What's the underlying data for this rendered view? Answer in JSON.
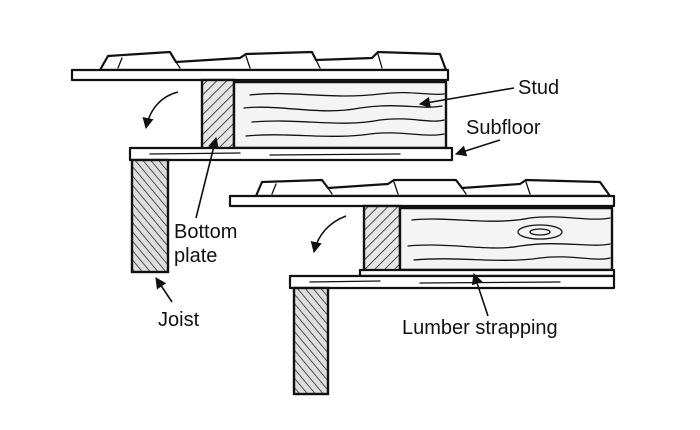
{
  "labels": {
    "stud": "Stud",
    "subfloor": "Subfloor",
    "bottom_plate_line1": "Bottom",
    "bottom_plate_line2": "plate",
    "joist": "Joist",
    "lumber_strapping": "Lumber strapping"
  },
  "colors": {
    "ink": "#111111",
    "background": "#ffffff"
  }
}
